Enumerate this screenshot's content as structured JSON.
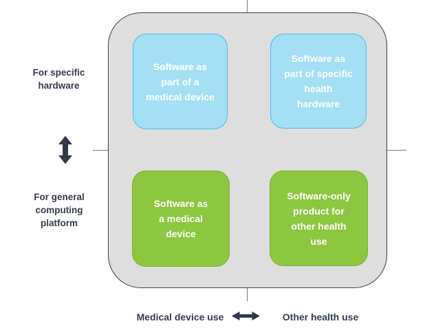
{
  "quadrants": [
    {
      "position": "top-left",
      "label": "Software as\npart of a\nmedical device",
      "fill": "#a5dff4",
      "border": "#45bee8"
    },
    {
      "position": "top-right",
      "label": "Software as\npart of specific\nhealth\nhardware",
      "fill": "#a5dff4",
      "border": "#45bee8"
    },
    {
      "position": "bottom-left",
      "label": "Software as\na medical\ndevice",
      "fill": "#8dc63f",
      "border": "#76b22f"
    },
    {
      "position": "bottom-right",
      "label": "Software-only\nproduct for\nother health\nuse",
      "fill": "#8dc63f",
      "border": "#76b22f"
    }
  ],
  "y_axis": {
    "top_label": "For specific\nhardware",
    "bottom_label": "For general\ncomputing\nplatform",
    "arrow_icon": "vertical-double-arrow"
  },
  "x_axis": {
    "left_label": "Medical device use",
    "right_label": "Other health use",
    "arrow_icon": "horizontal-double-arrow"
  },
  "colors": {
    "panel_fill": "#dededf",
    "panel_border": "#3f3f47",
    "axis_line": "#75757d",
    "label_text": "#333b4d",
    "arrow": "#333b49",
    "box_text": "#ffffff",
    "blue_fill": "#a5dff4",
    "blue_border": "#45bee8",
    "green_fill": "#8dc63f",
    "green_border": "#76b22f"
  }
}
